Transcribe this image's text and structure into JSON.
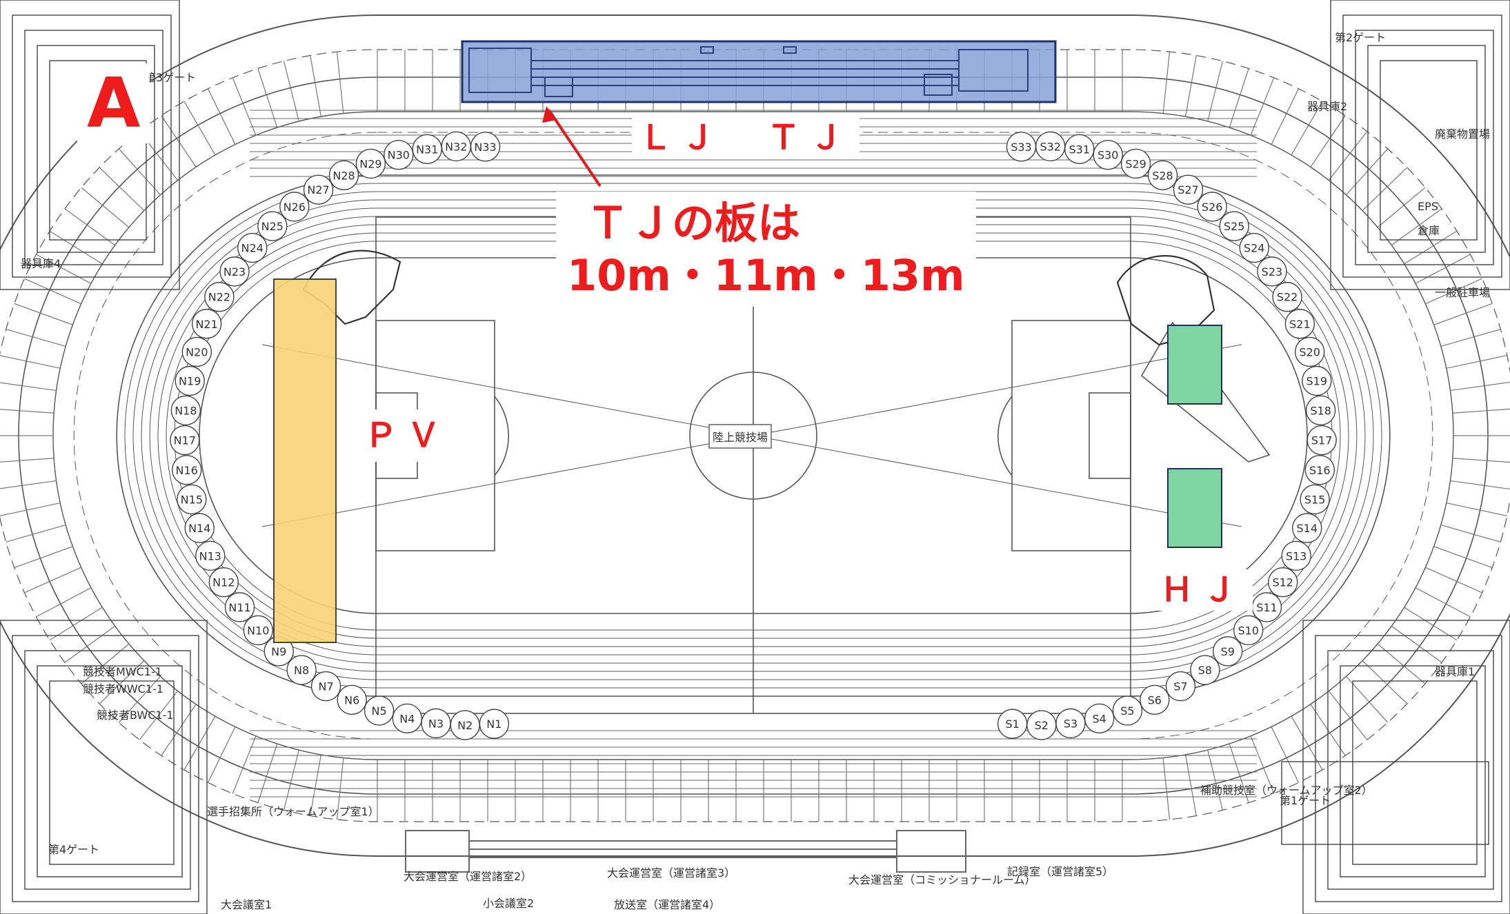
{
  "map": {
    "section_letter": "A",
    "events": {
      "long_jump_triple_jump": "ＬＪ　ＴＪ",
      "pole_vault": "ＰＶ",
      "high_jump": "ＨＪ"
    },
    "note": {
      "line1": "ＴＪの板は",
      "line2": "10m・11m・13m"
    },
    "center_label": "陸上競技場",
    "highlight_colors": {
      "jump_runway": "#8aa4da",
      "pole_vault_runway": "#f8d37a",
      "high_jump_area": "#7fd6a2",
      "label_text": "#ee1c1c"
    },
    "stand_labels_north": [
      "N1",
      "N2",
      "N3",
      "N4",
      "N5",
      "N6",
      "N7",
      "N8",
      "N9",
      "N10",
      "N11",
      "N12",
      "N13",
      "N14",
      "N15",
      "N16",
      "N17",
      "N18",
      "N19",
      "N20",
      "N21",
      "N22",
      "N23",
      "N24",
      "N25",
      "N26",
      "N27",
      "N28",
      "N29",
      "N30",
      "N31",
      "N32",
      "N33"
    ],
    "stand_labels_south": [
      "S1",
      "S2",
      "S3",
      "S4",
      "S5",
      "S6",
      "S7",
      "S8",
      "S9",
      "S10",
      "S11",
      "S12",
      "S13",
      "S14",
      "S15",
      "S16",
      "S17",
      "S18",
      "S19",
      "S20",
      "S21",
      "S22",
      "S23",
      "S24",
      "S25",
      "S26",
      "S27",
      "S28",
      "S29",
      "S30",
      "S31",
      "S32",
      "S33"
    ],
    "room_labels": [
      "第2ゲート",
      "器具庫2",
      "廃棄物置場",
      "EPS",
      "倉庫",
      "一般駐車場",
      "器具庫4",
      "競技者MWC1-1",
      "競技者WWC1-1",
      "競技者BWC1-1",
      "選手招集所（ウォームアップ室1）",
      "補助競技室（ウォームアップ室2）",
      "器具庫1",
      "第1ゲート",
      "第4ゲート",
      "第3ゲート",
      "大会運営室（運営諸室2）",
      "大会運営室（運営諸室3）",
      "大会運営室（コミッショナールーム）",
      "記録室（運営諸室5）",
      "小会議室2",
      "放送室（運営諸室4）",
      "大会議室1"
    ]
  }
}
